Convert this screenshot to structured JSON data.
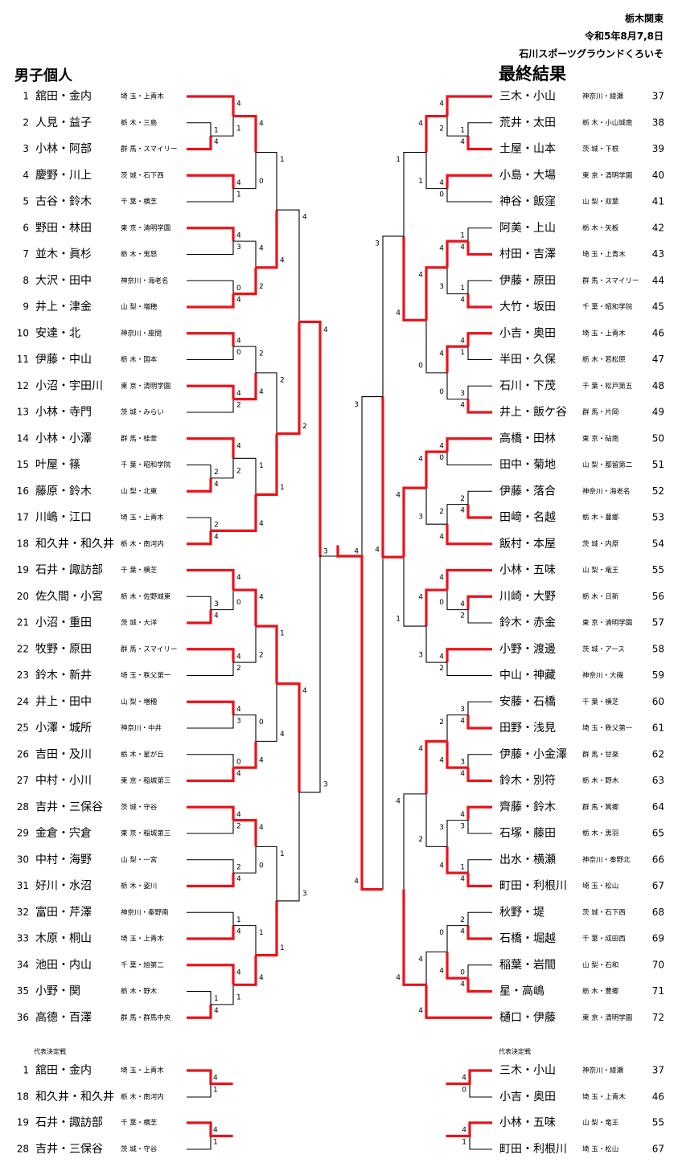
{
  "header": {
    "org": "栃木関東",
    "date": "令和5年8月7,8日",
    "venue": "石川スポーツグラウンドくろいそ",
    "left_title": "男子個人",
    "right_title": "最終結果",
    "rep_label": "代表決定戦"
  },
  "left_players": [
    {
      "no": "1",
      "name": "舘田・金内",
      "pref": "埼 玉",
      "club": "上青木"
    },
    {
      "no": "2",
      "name": "人見・益子",
      "pref": "栃 木",
      "club": "三島"
    },
    {
      "no": "3",
      "name": "小林・阿部",
      "pref": "群 馬",
      "club": "スマイリー"
    },
    {
      "no": "4",
      "name": "慶野・川上",
      "pref": "茨 城",
      "club": "石下西"
    },
    {
      "no": "5",
      "name": "古谷・鈴木",
      "pref": "千 葉",
      "club": "横芝"
    },
    {
      "no": "6",
      "name": "野田・林田",
      "pref": "東 京",
      "club": "清明学園"
    },
    {
      "no": "7",
      "name": "並木・眞杉",
      "pref": "栃 木",
      "club": "鬼怒"
    },
    {
      "no": "8",
      "name": "大沢・田中",
      "pref": "神奈川",
      "club": "海老名"
    },
    {
      "no": "9",
      "name": "井上・津金",
      "pref": "山 梨",
      "club": "増穂"
    },
    {
      "no": "10",
      "name": "安達・北",
      "pref": "神奈川",
      "club": "座間"
    },
    {
      "no": "11",
      "name": "伊藤・中山",
      "pref": "栃 木",
      "club": "国本"
    },
    {
      "no": "12",
      "name": "小沼・宇田川",
      "pref": "東 京",
      "club": "清明学園"
    },
    {
      "no": "13",
      "name": "小林・寺門",
      "pref": "茨 城",
      "club": "みらい"
    },
    {
      "no": "14",
      "name": "小林・小澤",
      "pref": "群 馬",
      "club": "桂萱"
    },
    {
      "no": "15",
      "name": "叶屋・篠",
      "pref": "千 葉",
      "club": "昭和学院"
    },
    {
      "no": "16",
      "name": "藤原・鈴木",
      "pref": "山 梨",
      "club": "北東"
    },
    {
      "no": "17",
      "name": "川嶋・江口",
      "pref": "埼 玉",
      "club": "上青木"
    },
    {
      "no": "18",
      "name": "和久井・和久井",
      "pref": "栃 木",
      "club": "南河内"
    },
    {
      "no": "19",
      "name": "石井・諏訪部",
      "pref": "千 葉",
      "club": "横芝"
    },
    {
      "no": "20",
      "name": "佐久間・小宮",
      "pref": "栃 木",
      "club": "佐野城東"
    },
    {
      "no": "21",
      "name": "小沼・重田",
      "pref": "茨 城",
      "club": "大洋"
    },
    {
      "no": "22",
      "name": "牧野・原田",
      "pref": "群 馬",
      "club": "スマイリー"
    },
    {
      "no": "23",
      "name": "鈴木・新井",
      "pref": "埼 玉",
      "club": "秩父第一"
    },
    {
      "no": "24",
      "name": "井上・田中",
      "pref": "山 梨",
      "club": "増穂"
    },
    {
      "no": "25",
      "name": "小澤・城所",
      "pref": "神奈川",
      "club": "中井"
    },
    {
      "no": "26",
      "name": "吉田・及川",
      "pref": "栃 木",
      "club": "星が丘"
    },
    {
      "no": "27",
      "name": "中村・小川",
      "pref": "東 京",
      "club": "稲城第三"
    },
    {
      "no": "28",
      "name": "吉井・三保谷",
      "pref": "茨 城",
      "club": "守谷"
    },
    {
      "no": "29",
      "name": "金倉・宍倉",
      "pref": "東 京",
      "club": "稲城第三"
    },
    {
      "no": "30",
      "name": "中村・海野",
      "pref": "山 梨",
      "club": "一宮"
    },
    {
      "no": "31",
      "name": "好川・水沼",
      "pref": "栃 木",
      "club": "姿川"
    },
    {
      "no": "32",
      "name": "富田・芹澤",
      "pref": "神奈川",
      "club": "秦野南"
    },
    {
      "no": "33",
      "name": "木原・桐山",
      "pref": "埼 玉",
      "club": "上青木"
    },
    {
      "no": "34",
      "name": "池田・内山",
      "pref": "千 葉",
      "club": "旭第二"
    },
    {
      "no": "35",
      "name": "小野・関",
      "pref": "栃 木",
      "club": "野木"
    },
    {
      "no": "36",
      "name": "高德・百澤",
      "pref": "群 馬",
      "club": "群馬中央"
    }
  ],
  "right_players": [
    {
      "no": "37",
      "name": "三木・小山",
      "pref": "神奈川",
      "club": "綾瀬"
    },
    {
      "no": "38",
      "name": "荒井・太田",
      "pref": "栃 木",
      "club": "小山城南"
    },
    {
      "no": "39",
      "name": "土屋・山本",
      "pref": "茨 城",
      "club": "下根"
    },
    {
      "no": "40",
      "name": "小島・大場",
      "pref": "東 京",
      "club": "清明学園"
    },
    {
      "no": "41",
      "name": "神谷・飯窪",
      "pref": "山 梨",
      "club": "双葉"
    },
    {
      "no": "42",
      "name": "阿美・上山",
      "pref": "栃 木",
      "club": "矢板"
    },
    {
      "no": "43",
      "name": "村田・吉澤",
      "pref": "埼 玉",
      "club": "上青木"
    },
    {
      "no": "44",
      "name": "伊藤・原田",
      "pref": "群 馬",
      "club": "スマイリー"
    },
    {
      "no": "45",
      "name": "大竹・坂田",
      "pref": "千 葉",
      "club": "昭和学院"
    },
    {
      "no": "46",
      "name": "小吉・奥田",
      "pref": "埼 玉",
      "club": "上青木"
    },
    {
      "no": "47",
      "name": "半田・久保",
      "pref": "栃 木",
      "club": "若松原"
    },
    {
      "no": "48",
      "name": "石川・下茂",
      "pref": "千 葉",
      "club": "松戸第五"
    },
    {
      "no": "49",
      "name": "井上・飯ケ谷",
      "pref": "群 馬",
      "club": "片岡"
    },
    {
      "no": "50",
      "name": "高橋・田林",
      "pref": "東 京",
      "club": "砧南"
    },
    {
      "no": "51",
      "name": "田中・菊地",
      "pref": "山 梨",
      "club": "都留第二"
    },
    {
      "no": "52",
      "name": "伊藤・落合",
      "pref": "神奈川",
      "club": "海老名"
    },
    {
      "no": "53",
      "name": "田﨑・名越",
      "pref": "栃 木",
      "club": "豊郷"
    },
    {
      "no": "54",
      "name": "飯村・本屋",
      "pref": "茨 城",
      "club": "内原"
    },
    {
      "no": "55",
      "name": "小林・五味",
      "pref": "山 梨",
      "club": "竜王"
    },
    {
      "no": "56",
      "name": "川崎・大野",
      "pref": "栃 木",
      "club": "日新"
    },
    {
      "no": "57",
      "name": "鈴木・赤金",
      "pref": "東 京",
      "club": "清明学園"
    },
    {
      "no": "58",
      "name": "小野・渡邊",
      "pref": "茨 城",
      "club": "アース"
    },
    {
      "no": "59",
      "name": "中山・神藏",
      "pref": "神奈川",
      "club": "大磯"
    },
    {
      "no": "60",
      "name": "安藤・石橋",
      "pref": "千 葉",
      "club": "横芝"
    },
    {
      "no": "61",
      "name": "田野・浅見",
      "pref": "埼 玉",
      "club": "秩父第一"
    },
    {
      "no": "62",
      "name": "伊藤・小金澤",
      "pref": "群 馬",
      "club": "甘楽"
    },
    {
      "no": "63",
      "name": "鈴木・別符",
      "pref": "栃 木",
      "club": "野木"
    },
    {
      "no": "64",
      "name": "齊藤・鈴木",
      "pref": "群 馬",
      "club": "箕郷"
    },
    {
      "no": "65",
      "name": "石塚・藤田",
      "pref": "栃 木",
      "club": "黒羽"
    },
    {
      "no": "66",
      "name": "出水・横瀬",
      "pref": "神奈川",
      "club": "秦野北"
    },
    {
      "no": "67",
      "name": "町田・利根川",
      "pref": "埼 玉",
      "club": "松山"
    },
    {
      "no": "68",
      "name": "秋野・堤",
      "pref": "茨 城",
      "club": "石下西"
    },
    {
      "no": "69",
      "name": "石橋・堀越",
      "pref": "千 葉",
      "club": "成田西"
    },
    {
      "no": "70",
      "name": "稲葉・岩間",
      "pref": "山 梨",
      "club": "石和"
    },
    {
      "no": "71",
      "name": "星・高嶋",
      "pref": "栃 木",
      "club": "豊郷"
    },
    {
      "no": "72",
      "name": "樋口・伊藤",
      "pref": "東 京",
      "club": "清明学園"
    }
  ],
  "left_rep": [
    {
      "no": "1",
      "name": "舘田・金内",
      "pref": "埼 玉",
      "club": "上青木"
    },
    {
      "no": "18",
      "name": "和久井・和久井",
      "pref": "栃 木",
      "club": "南河内"
    },
    {
      "no": "19",
      "name": "石井・諏訪部",
      "pref": "千 葉",
      "club": "横芝"
    },
    {
      "no": "28",
      "name": "吉井・三保谷",
      "pref": "茨 城",
      "club": "守谷"
    }
  ],
  "right_rep": [
    {
      "no": "37",
      "name": "三木・小山",
      "pref": "神奈川",
      "club": "綾瀬"
    },
    {
      "no": "46",
      "name": "小吉・奥田",
      "pref": "埼 玉",
      "club": "上青木"
    },
    {
      "no": "55",
      "name": "小林・五味",
      "pref": "山 梨",
      "club": "竜王"
    },
    {
      "no": "67",
      "name": "町田・利根川",
      "pref": "埼 玉",
      "club": "松山"
    }
  ],
  "matches": [
    {
      "side": "L",
      "a": "1",
      "b": "2|3",
      "sa": "4",
      "sb": "1",
      "w": "a"
    },
    {
      "side": "L",
      "a": "2",
      "b": "3",
      "sa": "1",
      "sb": "4",
      "w": "b"
    },
    {
      "side": "L",
      "a": "4",
      "b": "5",
      "sa": "4",
      "sb": "1",
      "w": "a"
    },
    {
      "side": "L",
      "a": "6",
      "b": "7",
      "sa": "4",
      "sb": "3",
      "w": "a"
    },
    {
      "side": "L",
      "a": "8",
      "b": "9",
      "sa": "0",
      "sb": "4",
      "w": "b"
    },
    {
      "side": "L",
      "a": "10",
      "b": "11",
      "sa": "4",
      "sb": "0",
      "w": "a"
    },
    {
      "side": "L",
      "a": "12",
      "b": "13",
      "sa": "4",
      "sb": "2",
      "w": "a"
    },
    {
      "side": "L",
      "a": "14",
      "b": "15",
      "sa": "4",
      "sb": "2",
      "w": "a"
    },
    {
      "side": "L",
      "a": "16",
      "b": "17",
      "sa": "2",
      "sb": "4",
      "w": "b"
    },
    {
      "side": "L",
      "a": "17",
      "b": "18",
      "sa": "2",
      "sb": "4",
      "w": "b"
    },
    {
      "side": "L",
      "a": "19",
      "b": "20|21",
      "sa": "4",
      "sb": "0",
      "w": "a"
    },
    {
      "side": "L",
      "a": "20",
      "b": "21",
      "sa": "3",
      "sb": "4",
      "w": "b"
    },
    {
      "side": "L",
      "a": "22",
      "b": "23",
      "sa": "4",
      "sb": "2",
      "w": "a"
    },
    {
      "side": "L",
      "a": "24",
      "b": "25",
      "sa": "4",
      "sb": "3",
      "w": "a"
    },
    {
      "side": "L",
      "a": "26",
      "b": "27",
      "sa": "0",
      "sb": "4",
      "w": "b"
    },
    {
      "side": "L",
      "a": "28",
      "b": "29",
      "sa": "4",
      "sb": "2",
      "w": "a"
    },
    {
      "side": "L",
      "a": "30",
      "b": "31",
      "sa": "2",
      "sb": "4",
      "w": "b"
    },
    {
      "side": "L",
      "a": "32",
      "b": "33",
      "sa": "1",
      "sb": "4",
      "w": "b"
    },
    {
      "side": "L",
      "a": "34",
      "b": "35",
      "sa": "4",
      "sb": "1",
      "w": "a"
    },
    {
      "side": "L",
      "a": "35",
      "b": "36",
      "sa": "1",
      "sb": "4",
      "w": "b"
    },
    {
      "side": "L",
      "a": "1-3",
      "b": "4-5",
      "sa": "4",
      "sb": "0",
      "w": "a"
    },
    {
      "side": "L",
      "a": "6-7",
      "b": "8-9",
      "sa": "4",
      "sb": "2",
      "w": "b"
    },
    {
      "side": "L",
      "a": "10-11",
      "b": "12-13",
      "sa": "2",
      "sb": "4",
      "w": "b"
    },
    {
      "side": "L",
      "a": "14-15",
      "b": "16-18",
      "sa": "1",
      "sb": "4",
      "w": "b"
    },
    {
      "side": "L",
      "a": "19-21",
      "b": "22-23",
      "sa": "4",
      "sb": "2",
      "w": "a"
    },
    {
      "side": "L",
      "a": "24-25",
      "b": "26-27",
      "sa": "0",
      "sb": "4",
      "w": "b"
    },
    {
      "side": "L",
      "a": "28-29",
      "b": "30-31",
      "sa": "4",
      "sb": "0",
      "w": "a"
    },
    {
      "side": "L",
      "a": "32-33",
      "b": "34-36",
      "sa": "1",
      "sb": "4",
      "w": "b"
    },
    {
      "side": "L",
      "a": "1-5",
      "b": "6-9",
      "sa": "1",
      "sb": "4",
      "w": "b"
    },
    {
      "side": "L",
      "a": "10-13",
      "b": "14-18",
      "sa": "2",
      "sb": "1",
      "w": "b"
    },
    {
      "side": "L",
      "a": "19-23",
      "b": "24-27",
      "sa": "1",
      "sb": "4",
      "w": "a"
    },
    {
      "side": "L",
      "a": "28-31",
      "b": "32-36",
      "sa": "1",
      "sb": "1",
      "w": "b"
    },
    {
      "side": "L",
      "a": "1-9",
      "b": "10-18",
      "sa": "4",
      "sb": "2",
      "w": "b"
    },
    {
      "side": "L",
      "a": "19-27",
      "b": "28-36",
      "sa": "4",
      "sb": "3",
      "w": "a"
    }
  ],
  "center_scores": {
    "left_top": "4",
    "left_bottom": "3",
    "left_final": "3",
    "right_final": "4",
    "right_top": "3",
    "right_bottom": "4"
  },
  "rep_scores": {
    "left": [
      {
        "a": "4",
        "b": "1"
      },
      {
        "a": "4",
        "b": "1"
      }
    ],
    "right": [
      {
        "a": "4",
        "b": "0"
      },
      {
        "a": "4",
        "b": "1"
      }
    ]
  },
  "colors": {
    "win": "#e8141b",
    "line": "#000000"
  }
}
